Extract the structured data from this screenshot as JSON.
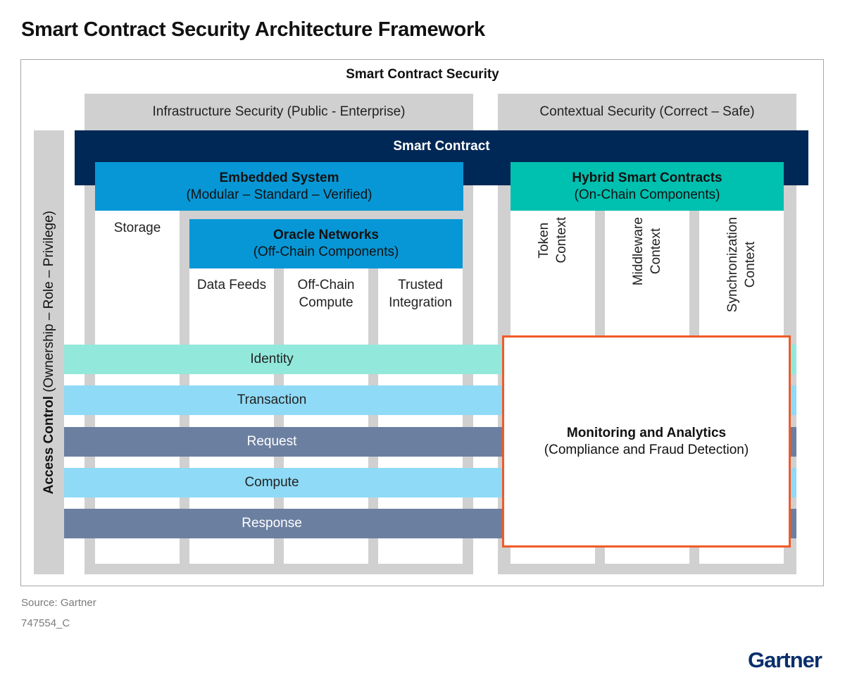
{
  "title": "Smart Contract Security Architecture Framework",
  "outer_label": "Smart Contract Security",
  "infrastructure_label": "Infrastructure Security (Public - Enterprise)",
  "contextual_label": "Contextual Security (Correct – Safe)",
  "smart_contract_label": "Smart Contract",
  "embedded": {
    "title": "Embedded System",
    "subtitle": "(Modular – Standard – Verified)"
  },
  "hybrid": {
    "title": "Hybrid Smart Contracts",
    "subtitle": "(On-Chain Components)"
  },
  "storage_label": "Storage",
  "oracle": {
    "title": "Oracle Networks",
    "subtitle": "(Off-Chain Components)"
  },
  "oracle_items": {
    "data_feeds": "Data Feeds",
    "off_chain_1": "Off-Chain",
    "off_chain_2": "Compute",
    "trusted_1": "Trusted",
    "trusted_2": "Integration"
  },
  "context_items": {
    "token_1": "Token",
    "token_2": "Context",
    "middleware_1": "Middleware",
    "middleware_2": "Context",
    "sync_1": "Synchronization",
    "sync_2": "Context"
  },
  "access_control": {
    "bold": "Access Control",
    "rest": " (Ownership – Role – Privilege)"
  },
  "bands": [
    {
      "label": "Identity",
      "color": "#93e8dc"
    },
    {
      "label": "Transaction",
      "color": "#8fdaf6"
    },
    {
      "label": "Request",
      "color": "#6b7fa0"
    },
    {
      "label": "Compute",
      "color": "#8fdaf6"
    },
    {
      "label": "Response",
      "color": "#6b7fa0"
    }
  ],
  "monitoring": {
    "title": "Monitoring and Analytics",
    "subtitle": "(Compliance and Fraud Detection)"
  },
  "source": "Source: Gartner",
  "code": "747554_C",
  "logo": "Gartner",
  "colors": {
    "navy": "#002856",
    "blue": "#0797d6",
    "teal": "#00c0af",
    "orange": "#f05a28"
  }
}
